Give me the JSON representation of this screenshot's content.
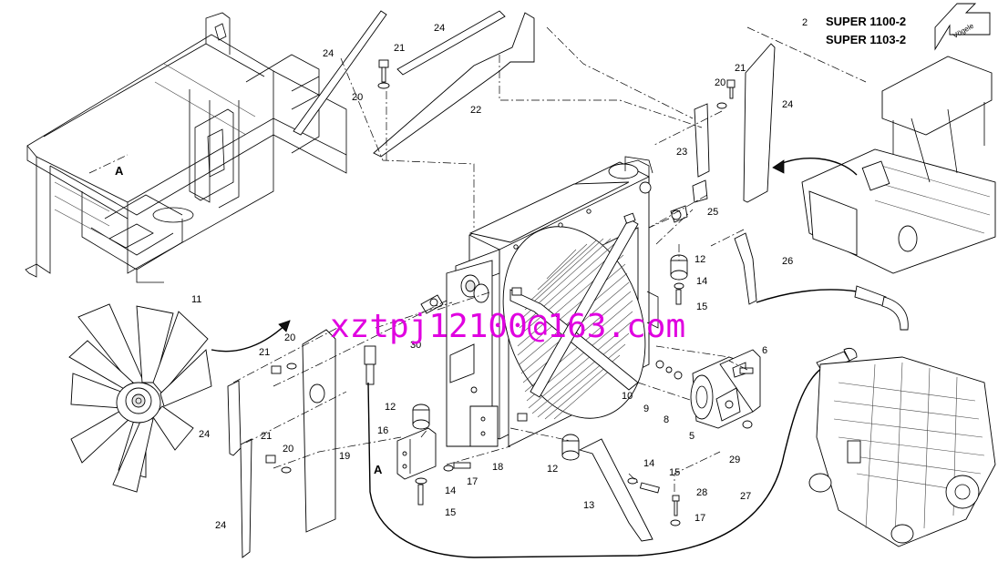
{
  "header": {
    "model_line_1": "SUPER 1100-2",
    "model_line_2": "SUPER 1103-2",
    "brand_logo_text": "Vögele"
  },
  "watermark": "xztpj12100@163.com",
  "section_marks": [
    "A",
    "A"
  ],
  "callouts": [
    "2",
    "5",
    "6",
    "8",
    "9",
    "10",
    "11",
    "12",
    "12",
    "12",
    "13",
    "14",
    "14",
    "14",
    "15",
    "15",
    "15",
    "16",
    "17",
    "17",
    "18",
    "19",
    "20",
    "20",
    "20",
    "20",
    "21",
    "21",
    "21",
    "21",
    "22",
    "23",
    "24",
    "24",
    "24",
    "24",
    "24",
    "25",
    "26",
    "27",
    "28",
    "29",
    "30"
  ]
}
